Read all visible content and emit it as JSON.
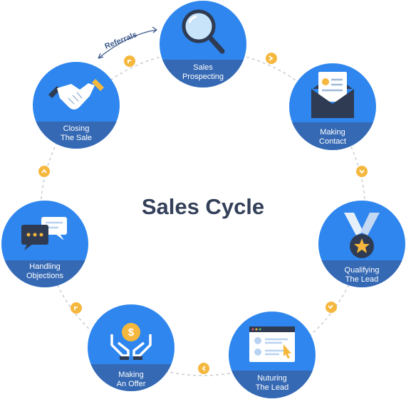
{
  "title": "Sales Cycle",
  "referrals_label": "Referrals",
  "colors": {
    "circle": "#2e86ee",
    "band": "#3569b4",
    "connector": "#f5b73d",
    "title": "#34405a",
    "ring": "#c9ccd1"
  },
  "stages": [
    {
      "id": "sales-prospecting",
      "line1": "Sales",
      "line2": "Prospecting",
      "icon": "magnifier-icon"
    },
    {
      "id": "making-contact",
      "line1": "Making",
      "line2": "Contact",
      "icon": "envelope-icon"
    },
    {
      "id": "qualifying-the-lead",
      "line1": "Qualifying",
      "line2": "The Lead",
      "icon": "medal-icon"
    },
    {
      "id": "nuturing-the-lead",
      "line1": "Nuturing",
      "line2": "The Lead",
      "icon": "browser-window-icon"
    },
    {
      "id": "making-an-offer",
      "line1": "Making",
      "line2": "An Offer",
      "icon": "dollar-coin-hands-icon"
    },
    {
      "id": "handling-objections",
      "line1": "Handling",
      "line2": "Objections",
      "icon": "chat-bubbles-icon"
    },
    {
      "id": "closing-the-sale",
      "line1": "Closing",
      "line2": "The Sale",
      "icon": "handshake-icon"
    }
  ]
}
